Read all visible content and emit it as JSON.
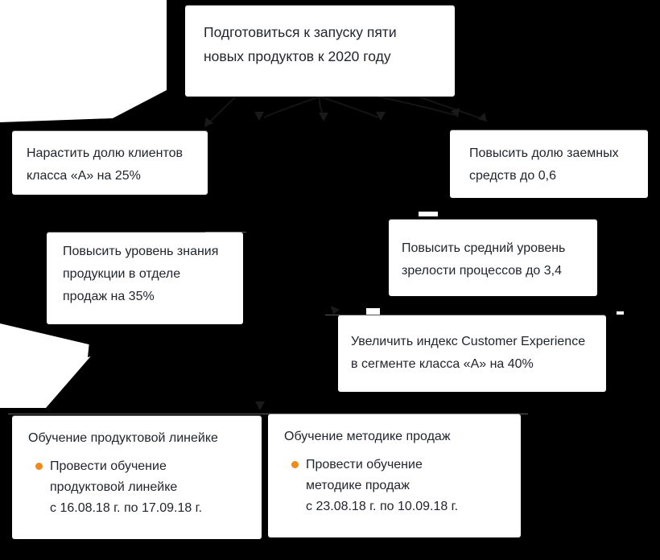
{
  "colors": {
    "canvas_background": "#FFFFFF",
    "connector_mass": "#000000",
    "card_background": "#FFFFFF",
    "card_text": "#21262D",
    "card_top_seam": "rgba(255,255,255,0.32)",
    "bullet_orange": "#EF8B1D",
    "faint_connector": "#161616"
  },
  "cards": {
    "root": {
      "lines": [
        "Подготовиться к запуску пяти",
        "новых продуктов к 2020 году"
      ]
    },
    "clients": {
      "lines": [
        "Нарастить долю клиентов",
        "класса «А» на 25%"
      ]
    },
    "debt": {
      "lines": [
        "Повысить долю заемных",
        "средств до 0,6"
      ]
    },
    "knowledge": {
      "lines": [
        "Повысить уровень знания",
        "продукции в отделе",
        "продаж на 35%"
      ]
    },
    "maturity": {
      "lines": [
        "Повысить средний уровень",
        "зрелости процессов до 3,4"
      ]
    },
    "cx": {
      "lines": [
        "Увеличить индекс Customer Experience",
        "в сегменте класса «А» на 40%"
      ]
    },
    "task_product": {
      "title": "Обучение продуктовой линейке",
      "bullet_lines": [
        "Провести обучение",
        "продуктовой линейке",
        "с 16.08.18 г. по 17.09.18 г."
      ]
    },
    "task_method": {
      "title": "Обучение методике продаж",
      "bullet_lines": [
        "Провести обучение",
        "методике продаж",
        "с 23.08.18 г. по 10.09.18 г."
      ]
    }
  }
}
